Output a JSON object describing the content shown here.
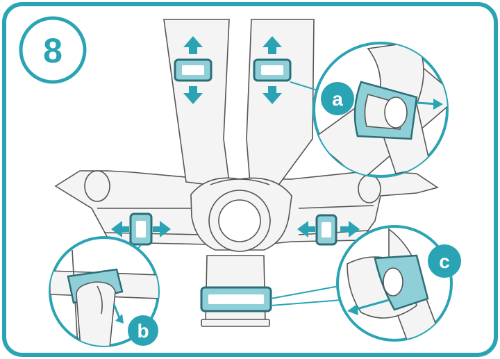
{
  "step": {
    "number": "8"
  },
  "callouts": {
    "a": "a",
    "b": "b",
    "c": "c"
  },
  "colors": {
    "accent": "#2aa4b4",
    "accent_light": "#8fd0d8",
    "outline": "#555555",
    "fill": "#f4f4f4"
  },
  "icons": {
    "arrow": "arrow-icon"
  }
}
